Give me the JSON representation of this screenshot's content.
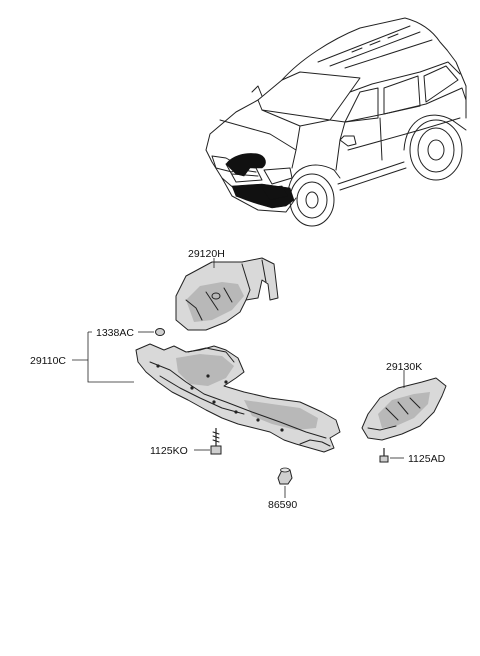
{
  "parts": {
    "p29120H": "29120H",
    "p1338AC": "1338AC",
    "p29110C": "29110C",
    "p29130K": "29130K",
    "p1125KO": "1125KO",
    "p1125AD": "1125AD",
    "p86590": "86590"
  }
}
